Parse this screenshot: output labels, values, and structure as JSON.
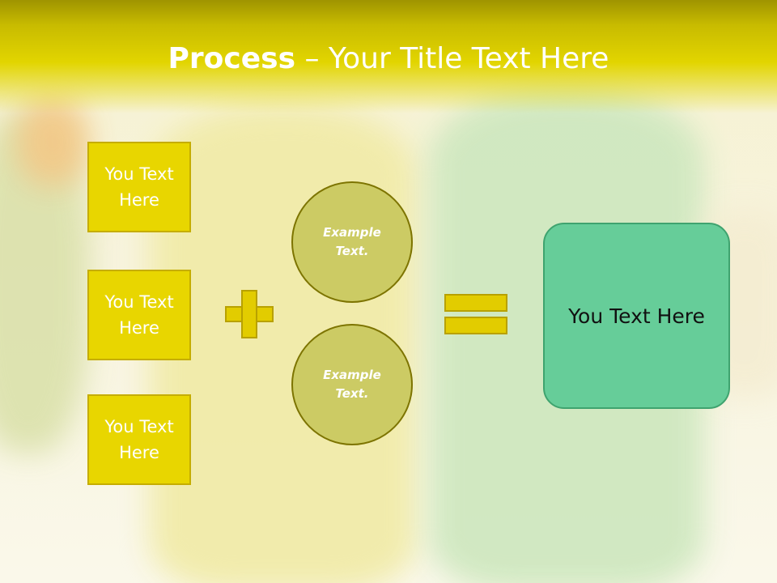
{
  "title": {
    "bold": "Process",
    "rest": " – Your Title Text Here"
  },
  "input_boxes": [
    {
      "text": "You Text Here"
    },
    {
      "text": "You Text Here"
    },
    {
      "text": "You Text Here"
    }
  ],
  "circles": [
    {
      "text": "Example Text."
    },
    {
      "text": "Example Text."
    }
  ],
  "result": {
    "text": "You Text Here"
  },
  "colors": {
    "title_bar": "#e2d500",
    "box_fill": "#e8d600",
    "circle_fill": "#cccb64",
    "result_fill": "#66cd99"
  }
}
